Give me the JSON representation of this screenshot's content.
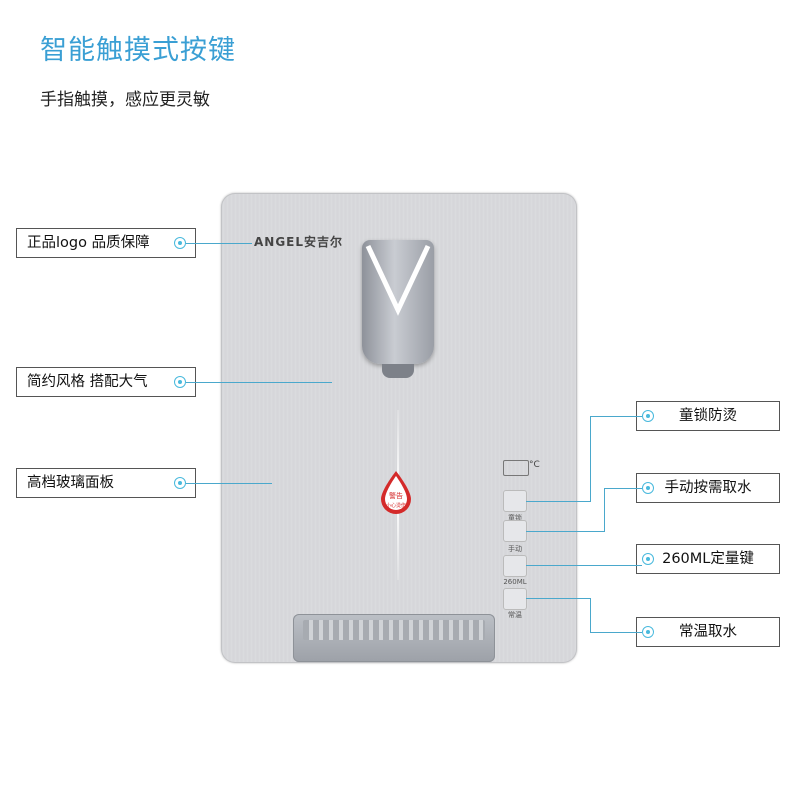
{
  "header": {
    "title": "智能触摸式按键",
    "subtitle": "手指触摸，感应更灵敏"
  },
  "product": {
    "brand": "ANGEL安吉尔",
    "drop_text_1": "警告",
    "drop_text_2": "小心烫伤",
    "display_unit": "°C",
    "button_labels": [
      "童锁",
      "手动",
      "260ML",
      "常温"
    ]
  },
  "left_callouts": [
    {
      "text": "正品logo 品质保障"
    },
    {
      "text": "简约风格 搭配大气"
    },
    {
      "text": "高档玻璃面板"
    }
  ],
  "right_callouts": [
    {
      "text": "童锁防烫"
    },
    {
      "text": "手动按需取水"
    },
    {
      "text": "260ML定量键"
    },
    {
      "text": "常温取水"
    }
  ],
  "colors": {
    "accent": "#3a9fd4",
    "line": "#4aa8cc",
    "drop": "#d42a2a"
  }
}
